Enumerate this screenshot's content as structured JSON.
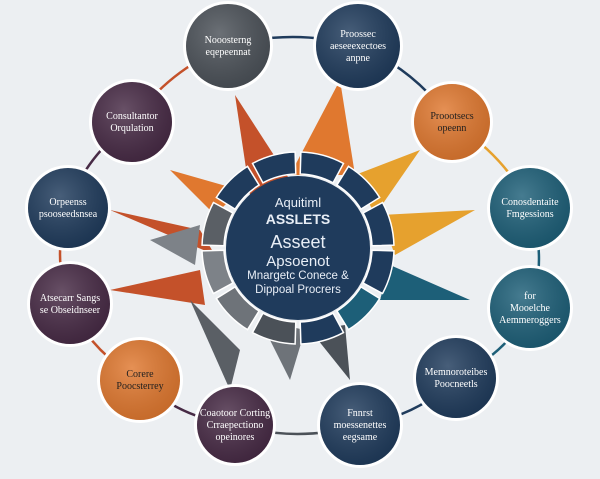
{
  "center": {
    "lines": [
      "Aquitiml",
      "ASSLETS",
      "Asseet",
      "Apsoenot",
      "Mnargetc Conece &",
      "Dippoal Procrers"
    ]
  },
  "colors": {
    "background": "#eceff2",
    "navy": "#1f3b5c",
    "slate": "#4b5158",
    "plum": "#472a45",
    "teal": "#1d5f78",
    "orange": "#e0782f",
    "rust": "#c4512a",
    "amber": "#e6a12e",
    "gray": "#6e7379",
    "ring_outline": "#ffffff"
  },
  "nodes": [
    {
      "id": "top-left",
      "lines": [
        "Nooosterng",
        "eqepeennat"
      ],
      "color_key": "slate",
      "text_color": "#ffffff"
    },
    {
      "id": "top-right",
      "lines": [
        "Proossec",
        "aeseeexectoes",
        "anpne"
      ],
      "color_key": "navy",
      "text_color": "#ffffff"
    },
    {
      "id": "upper-left",
      "lines": [
        "Consultantor",
        "Orqulation"
      ],
      "color_key": "plum",
      "text_color": "#ffffff"
    },
    {
      "id": "upper-right",
      "lines": [
        "Proootsecs",
        "opeenn"
      ],
      "color_key": "orange",
      "text_color": "#1f1f1f"
    },
    {
      "id": "left",
      "lines": [
        "Orpeenss",
        "psooseedsnsea"
      ],
      "color_key": "navy",
      "text_color": "#ffffff"
    },
    {
      "id": "right",
      "lines": [
        "Conosdentaite",
        "Fmgessions"
      ],
      "color_key": "teal",
      "text_color": "#ffffff"
    },
    {
      "id": "lower-left",
      "lines": [
        "Atsecarr Sangs",
        "se Obseidnseer"
      ],
      "color_key": "plum",
      "text_color": "#ffffff"
    },
    {
      "id": "lower-right",
      "lines": [
        "for",
        "Mooelche",
        "Aemmeroggers"
      ],
      "color_key": "teal",
      "text_color": "#ffffff"
    },
    {
      "id": "bottom-left",
      "lines": [
        "Corere",
        "Poocsterrey"
      ],
      "color_key": "orange",
      "text_color": "#1f1f1f"
    },
    {
      "id": "bottom-right",
      "lines": [
        "Memnoroteibes",
        "Poocneetls"
      ],
      "color_key": "navy",
      "text_color": "#ffffff"
    },
    {
      "id": "bottom-mid-l",
      "lines": [
        "Coaotoor Corting",
        "Crraepectiono",
        "opeinores"
      ],
      "color_key": "plum",
      "text_color": "#ffffff"
    },
    {
      "id": "bottom-mid-r",
      "lines": [
        "Fnnrst",
        "moessenettes",
        "eegsame"
      ],
      "color_key": "navy",
      "text_color": "#ffffff"
    }
  ]
}
